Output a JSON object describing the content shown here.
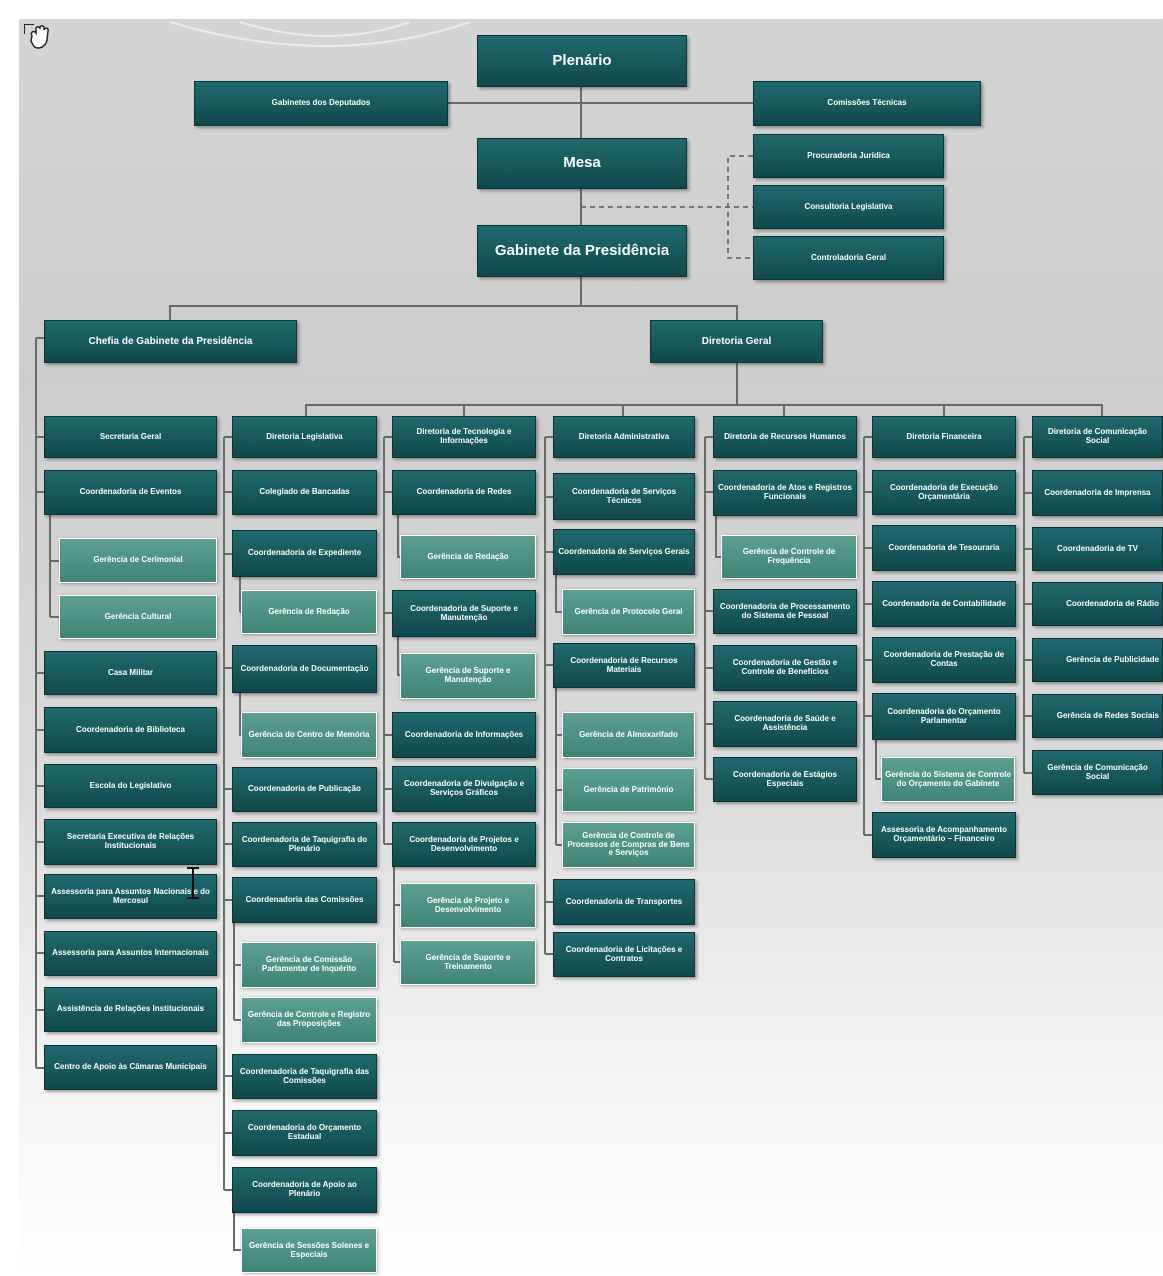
{
  "org_chart": {
    "top": {
      "plenario": "Plenário",
      "gabinetes": "Gabinetes dos Deputados",
      "comissoes": "Comissões Técnicas",
      "mesa": "Mesa",
      "procuradoria": "Procuradoria Jurídica",
      "consultoria": "Consultoria Legislativa",
      "controladoria": "Controladoria Geral",
      "gabinete_presidencia": "Gabinete da Presidência",
      "chefia": "Chefia de Gabinete da Presidência",
      "diretoria_geral": "Diretoria Geral"
    },
    "chefia_units": [
      "Secretaria Geral",
      "Coordenadoria de Eventos",
      "Gerência de Cerimonial",
      "Gerência Cultural",
      "Casa Militar",
      "Coordenadoria de Biblioteca",
      "Escola do Legislativo",
      "Secretaria Executiva de Relações Institucionais",
      "Assessoria para Assuntos Nacionais e do Mercosul",
      "Assessoria para Assuntos Internacionais",
      "Assistência de Relações Institucionais",
      "Centro de Apoio às Câmaras Municipais"
    ],
    "legislativa": [
      "Diretoria Legislativa",
      "Colegiado de Bancadas",
      "Coordenadoria de Expediente",
      "Gerência de Redação",
      "Coordenadoria de Documentação",
      "Gerência do Centro de Memória",
      "Coordenadoria de Publicação",
      "Coordenadoria de Taquigrafia do Plenário",
      "Coordenadoria das Comissões",
      "Gerência de Comissão Parlamentar de Inquérito",
      "Gerência de Controle e Registro das Proposições",
      "Coordenadoria de Taquigrafia das Comissões",
      "Coordenadoria do Orçamento Estadual",
      "Coordenadoria de Apoio ao Plenário",
      "Gerência de Sessões Solenes e Especiais"
    ],
    "tecnologia": [
      "Diretoria de Tecnologia e Informações",
      "Coordenadoria de Redes",
      "Gerência de Redação",
      "Coordenadoria de Suporte e Manutenção",
      "Gerência de Suporte e Manutenção",
      "Coordenadoria de Informações",
      "Coordenadoria de Divulgação e Serviços Gráficos",
      "Coordenadoria de Projetos e Desenvolvimento",
      "Gerência de Projeto e Desenvolvimento",
      "Gerência de Suporte e Treinamento"
    ],
    "administrativa": [
      "Diretoria Administrativa",
      "Coordenadoria de Serviços Técnicos",
      "Coordenadoria de Serviços Gerais",
      "Gerência de Protocolo Geral",
      "Coordenadoria de Recursos Materiais",
      "Gerência de Almoxarifado",
      "Gerência de Patrimônio",
      "Gerência de Controle de Processos de Compras de Bens e Serviços",
      "Coordenadoria de Transportes",
      "Coordenadoria de Licitações e Contratos"
    ],
    "recursos_humanos": [
      "Diretoria de Recursos Humanos",
      "Coordenadoria de Atos e Registros Funcionais",
      "Gerência de Controle de Frequência",
      "Coordenadoria de Processamento do Sistema de Pessoal",
      "Coordenadoria de Gestão e Controle de Benefícios",
      "Coordenadoria de Saúde e Assistência",
      "Coordenadoria de Estágios Especiais"
    ],
    "financeira": [
      "Diretoria Financeira",
      "Coordenadoria de Execução Orçamentária",
      "Coordenadoria de Tesouraria",
      "Coordenadoria de Contabilidade",
      "Coordenadoria de Prestação de Contas",
      "Coordenadoria do Orçamento Parlamentar",
      "Gerência do Sistema de Controle do Orçamento do Gabinete",
      "Assessoria de Acompanhamento Orçamentário – Financeiro"
    ],
    "comunicacao": [
      "Diretoria de Comunicação Social",
      "Coordenadoria de Imprensa",
      "Coordenadoria de TV",
      "Coordenadoria de Rádio",
      "Gerência de Publicidade",
      "Gerência de Redes Sociais",
      "Gerência de Comunicação Social"
    ]
  },
  "icons": {
    "hand_cursor": "hand-cursor-icon",
    "text_cursor": "text-cursor-icon"
  },
  "colors": {
    "box_dark": "#14565b",
    "box_light": "#4a9282",
    "connector": "#6a6a6a"
  }
}
